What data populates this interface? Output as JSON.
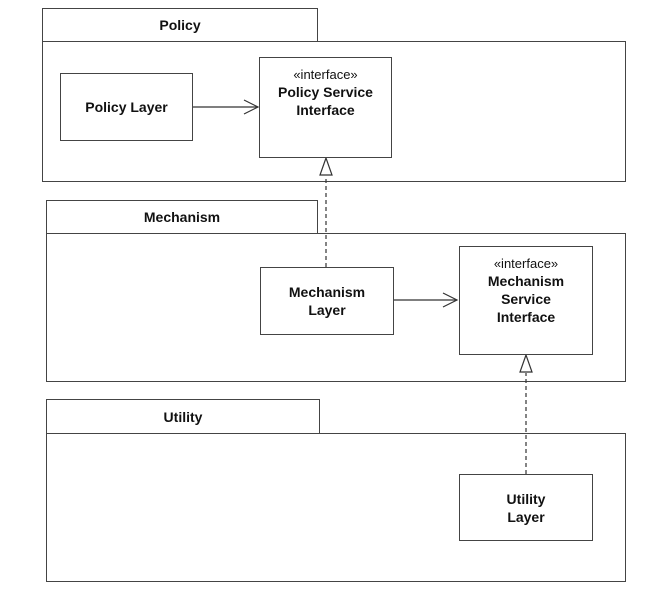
{
  "packages": {
    "policy": {
      "label": "Policy"
    },
    "mechanism": {
      "label": "Mechanism"
    },
    "utility": {
      "label": "Utility"
    }
  },
  "classes": {
    "policy_layer": {
      "name": "Policy Layer"
    },
    "policy_service_interface": {
      "stereotype": "«interface»",
      "name": "Policy Service\nInterface"
    },
    "mechanism_layer": {
      "name": "Mechanism\nLayer"
    },
    "mechanism_service_interface": {
      "stereotype": "«interface»",
      "name": "Mechanism\nService\nInterface"
    },
    "utility_layer": {
      "name": "Utility\nLayer"
    }
  },
  "relationships": [
    {
      "type": "dependency",
      "from": "Policy Layer",
      "to": "Policy Service Interface"
    },
    {
      "type": "realization",
      "from": "Mechanism Layer",
      "to": "Policy Service Interface"
    },
    {
      "type": "dependency",
      "from": "Mechanism Layer",
      "to": "Mechanism Service Interface"
    },
    {
      "type": "realization",
      "from": "Utility Layer",
      "to": "Mechanism Service Interface"
    }
  ]
}
